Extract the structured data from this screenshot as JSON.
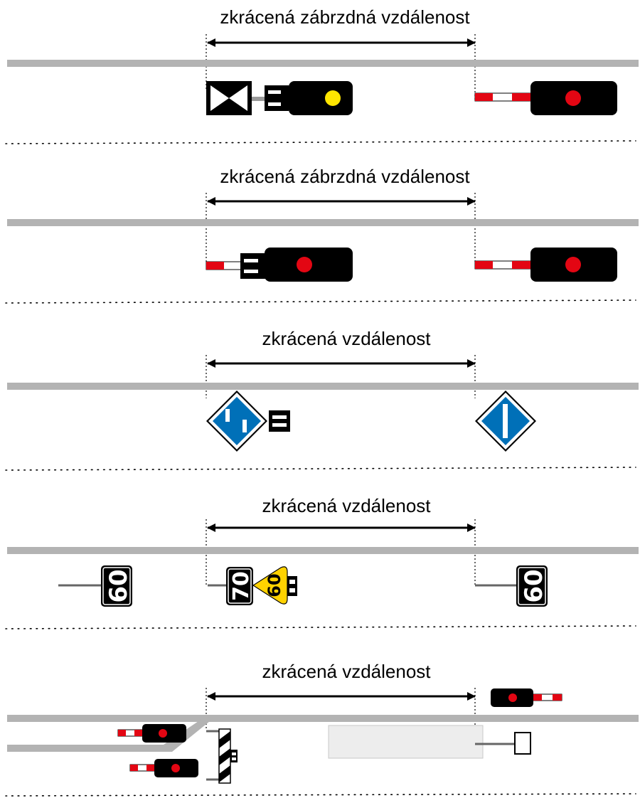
{
  "colors": {
    "track": "#b3b3b3",
    "signal_body": "#000000",
    "red_lamp": "#e30613",
    "yellow_lamp": "#ffe500",
    "sign_blue": "#0070b8",
    "sign_yellow": "#ffd200",
    "bar_red": "#e30613",
    "platform": "#ededed"
  },
  "panels": [
    {
      "title": "zkrácená zábrzdná vzdálenost"
    },
    {
      "title": "zkrácená zábrzdná vzdálenost"
    },
    {
      "title": "zkrácená vzdálenost"
    },
    {
      "title": "zkrácená vzdálenost"
    },
    {
      "title": "zkrácená vzdálenost"
    }
  ],
  "speed_signs": {
    "left": "60",
    "middle": "70",
    "warning": "60",
    "right": "60"
  }
}
